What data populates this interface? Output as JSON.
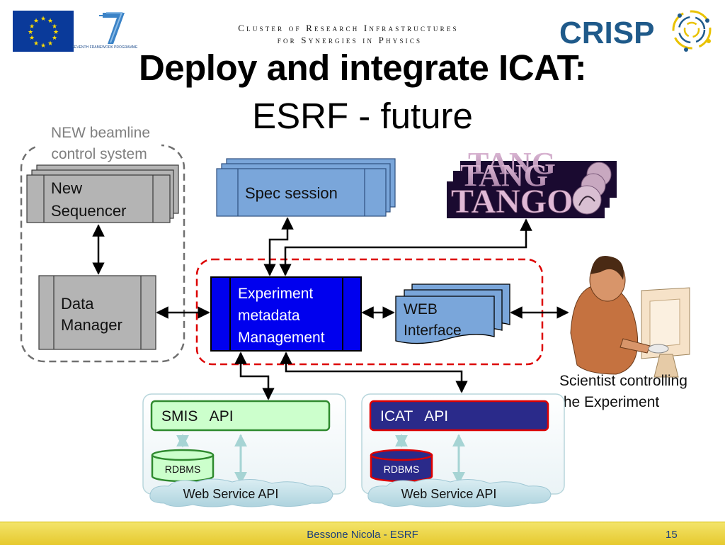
{
  "header": {
    "cluster_line1": "Cluster of Research Infrastructures",
    "cluster_line2": "for Synergies in Physics",
    "crisp_logo_text": "CRISP",
    "fp7_logo_text": "SEVENTH FRAMEWORK PROGRAMME"
  },
  "slide": {
    "title": "Deploy and integrate ICAT:",
    "subtitle": "ESRF - future"
  },
  "diagram": {
    "beamline_group_label_1": "NEW beamline",
    "beamline_group_label_2": "control system",
    "new_sequencer_1": "New",
    "new_sequencer_2": "Sequencer",
    "data_manager_1": "Data",
    "data_manager_2": "Manager",
    "spec_session": "Spec session",
    "tango_logo": "TANGO",
    "experiment_1": "Experiment",
    "experiment_2": "metadata",
    "experiment_3": "Management",
    "web_interface_1": "WEB",
    "web_interface_2": "Interface",
    "scientist_1": "Scientist controlling",
    "scientist_2": "the Experiment",
    "smis_api": "SMIS   API",
    "icat_api": "ICAT   API",
    "rdbms_left": "RDBMS",
    "rdbms_right": "RDBMS",
    "web_service_left": "Web Service API",
    "web_service_right": "Web Service API"
  },
  "footer": {
    "author": "Bessone Nicola - ESRF",
    "page_number": "15"
  },
  "colors": {
    "eu_blue": "#0a3a9a",
    "eu_star": "#ffdd00",
    "crisp_blue": "#1f5a8a",
    "spec_blue": "#7aa6da",
    "exp_blue": "#0000ee",
    "icat_navy": "#2a2a8a",
    "smis_green": "#ccffcc",
    "red_dash": "#dd0000",
    "grey_box": "#b4b4b4",
    "footer_yellow": "#f0dd55"
  }
}
